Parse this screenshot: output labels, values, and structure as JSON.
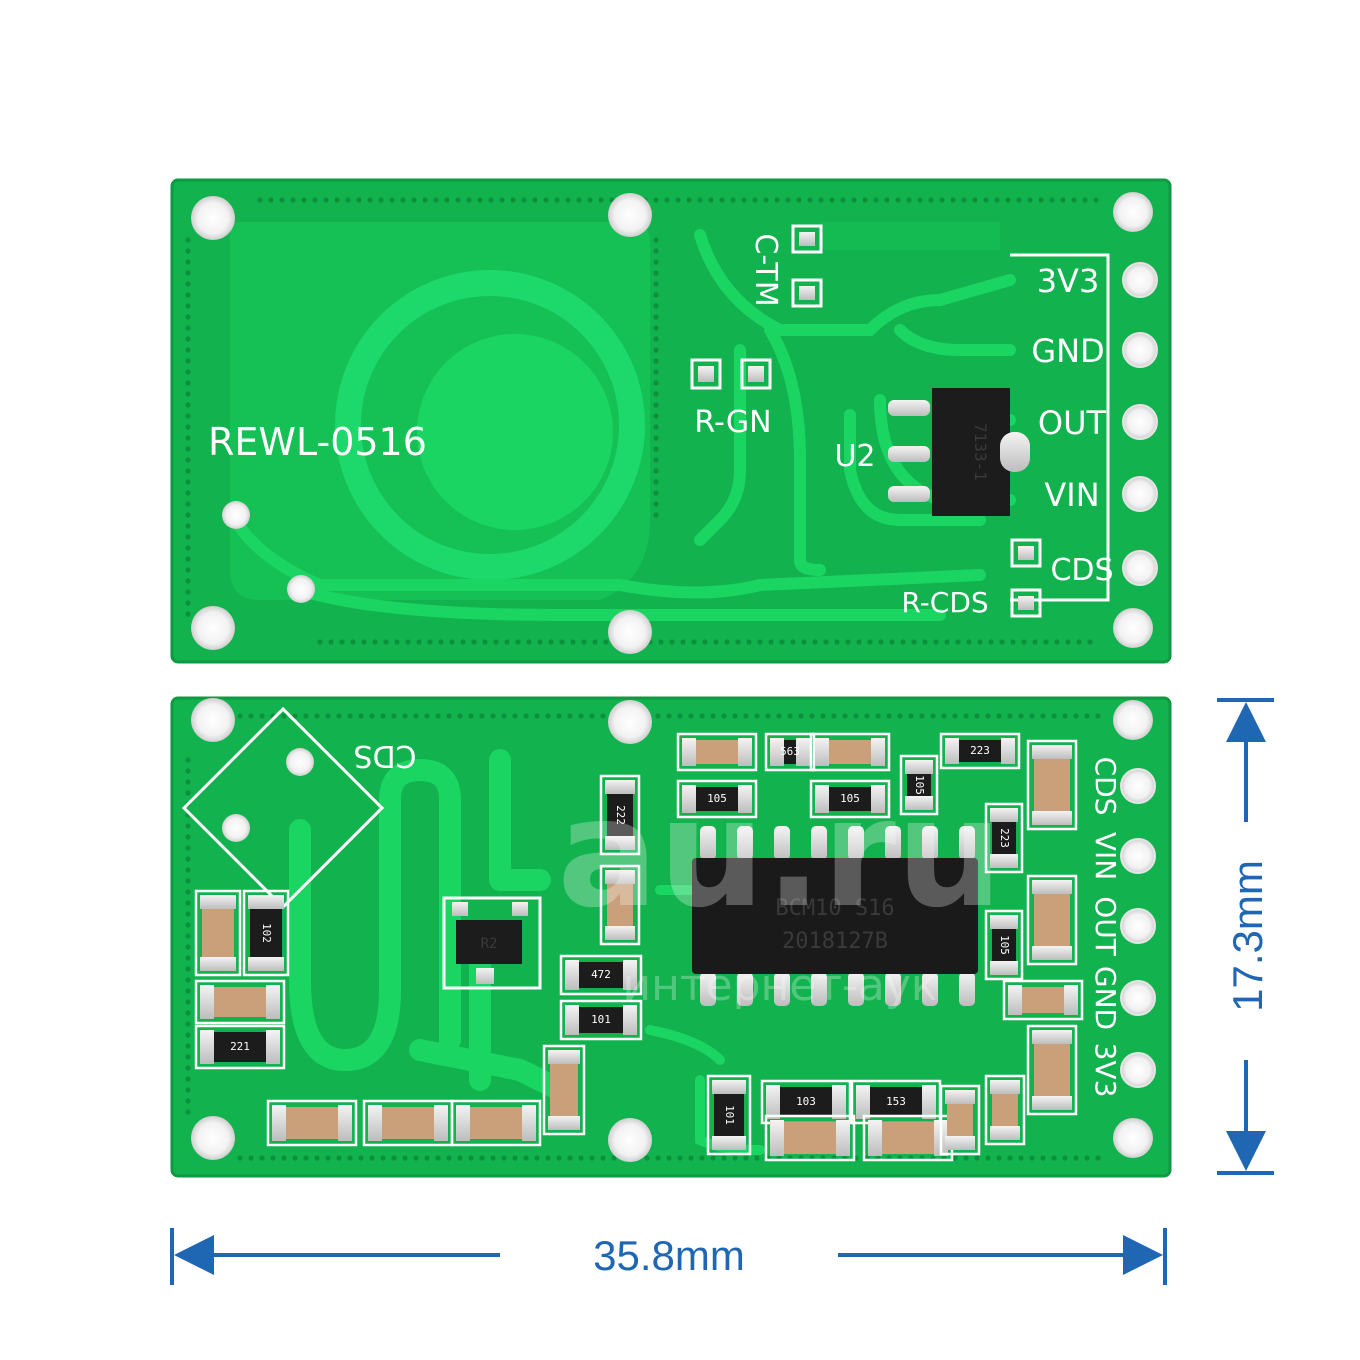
{
  "top_board": {
    "model_label": "REWL-0516",
    "labels": {
      "c_tm": "C-TM",
      "r_gn": "R-GN",
      "u2": "U2",
      "r_cds": "R-CDS"
    },
    "pins": [
      "3V3",
      "GND",
      "OUT",
      "VIN",
      "CDS"
    ],
    "regulator_marking": "7133-1"
  },
  "bottom_board": {
    "cds_label": "CDS",
    "pin_labels": [
      "CDS",
      "VIN",
      "OUT",
      "GND",
      "3V3"
    ],
    "ic_marking": [
      "BCM10 S16",
      "2018127B"
    ],
    "transistor_marking": "R2",
    "smd_codes": [
      "105",
      "563",
      "105",
      "105",
      "223",
      "222",
      "223",
      "105",
      "472",
      "101",
      "102",
      "221",
      "103",
      "153",
      "101"
    ]
  },
  "watermark": {
    "logo_text": "au.ru",
    "subtitle": "интернет-аук"
  },
  "dimensions": {
    "width_label": "35.8mm",
    "height_label": "17.3mm"
  },
  "colors": {
    "pcb_green": "#12b24e",
    "pcb_trace": "#1bd562",
    "silkscreen": "#ffffff",
    "dimension_blue": "#1f66b3"
  }
}
